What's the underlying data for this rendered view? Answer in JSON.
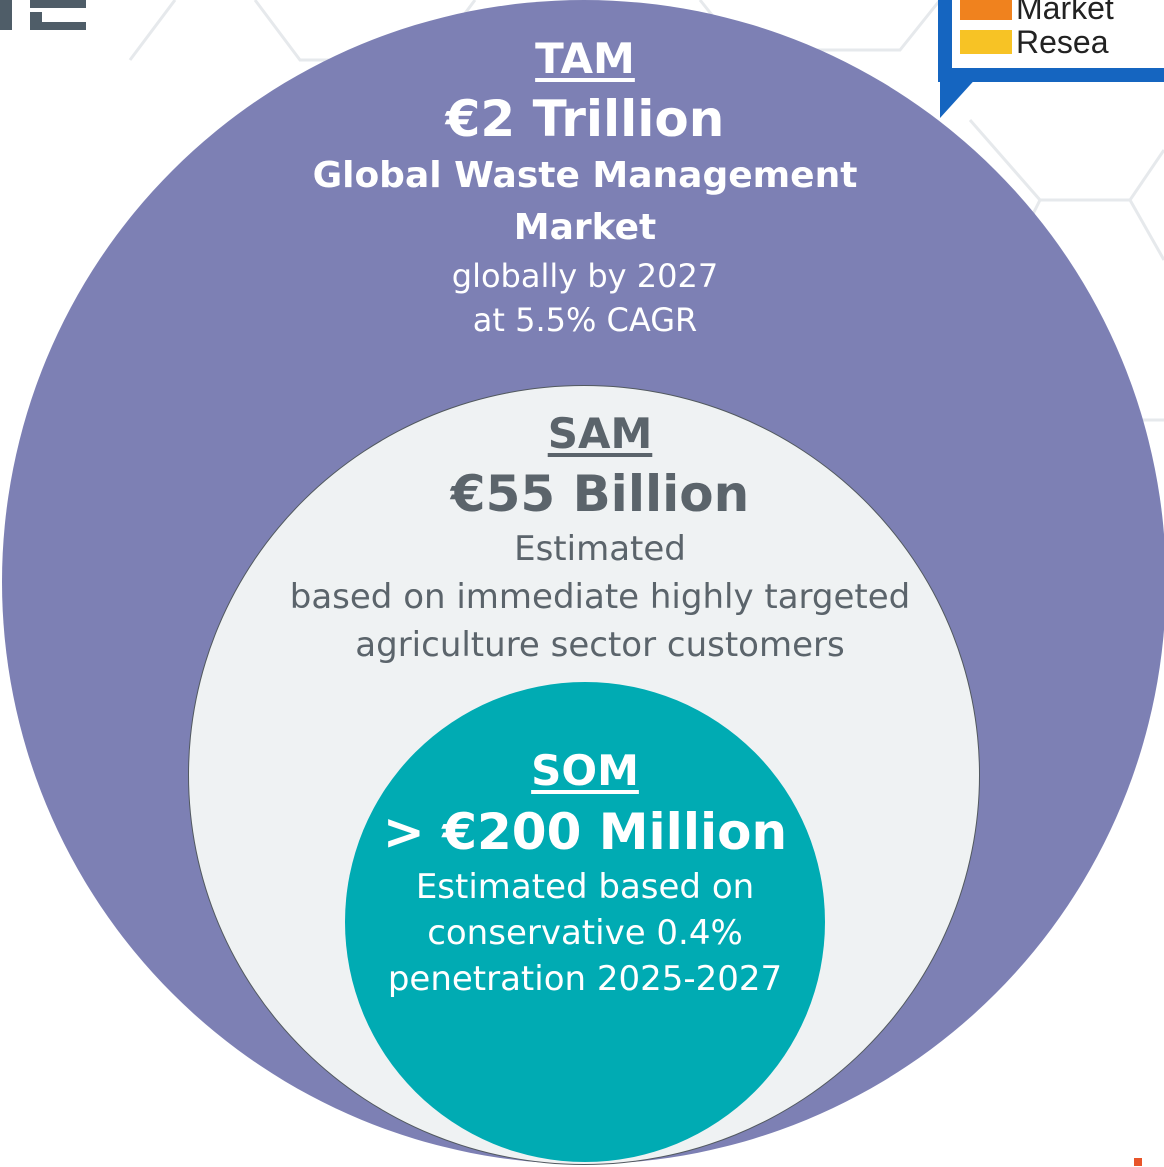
{
  "colors": {
    "tam_fill": "#7d80b4",
    "sam_fill": "#eff2f3",
    "som_fill": "#00abb3",
    "sam_text": "#5b646b",
    "logo_blue": "#1565c0",
    "logo_orange": "#f0821e",
    "logo_yellow": "#f7c325",
    "accent_dot": "#e8552a"
  },
  "logo": {
    "line1": "Market",
    "line2": "Resea"
  },
  "tam": {
    "heading": "TAM",
    "value": "€2 Trillion",
    "subtitle_line1": "Global Waste Management",
    "subtitle_line2": "Market",
    "detail_line1": "globally by 2027",
    "detail_line2": "at 5.5% CAGR"
  },
  "sam": {
    "heading": "SAM",
    "value": "€55 Billion",
    "detail_line1": "Estimated",
    "detail_line2": "based on immediate highly targeted",
    "detail_line3": "agriculture sector customers"
  },
  "som": {
    "heading": "SOM",
    "value": "> €200 Million",
    "detail_line1": "Estimated based on",
    "detail_line2": "conservative 0.4%",
    "detail_line3": "penetration 2025-2027"
  }
}
